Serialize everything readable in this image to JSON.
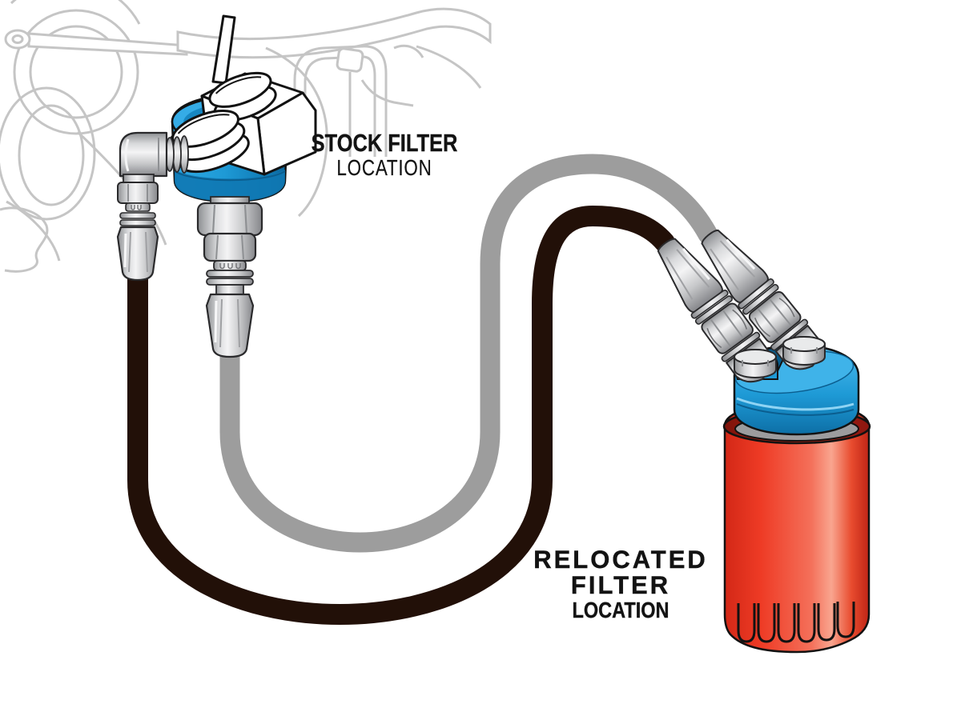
{
  "illustration": {
    "labels": {
      "stock": {
        "line1": "STOCK FILTER",
        "line2": "LOCATION"
      },
      "relocated": {
        "line1": "RELOCATED",
        "line2": "FILTER",
        "line3": "LOCATION"
      }
    },
    "colors": {
      "background": "#FFFFFF",
      "text": "#131313",
      "outline": "#121212",
      "ghost_lineart": "#C5C5C5",
      "adapter_blue": "#1E9AD6",
      "adapter_blue_light": "#4FBCEE",
      "adapter_blue_dark": "#0D6FA6",
      "filter_red": "#EE3B25",
      "filter_red_highlight": "#F9A58F",
      "filter_red_dark": "#BF2516",
      "filter_rim_red": "#A81C10",
      "gasket_gray": "#9C9C9E",
      "hose_black": "#221008",
      "hose_gray": "#9D9D9D",
      "fitting_silver": "#D8D9DB",
      "fitting_silver_dark": "#8E9093"
    }
  }
}
